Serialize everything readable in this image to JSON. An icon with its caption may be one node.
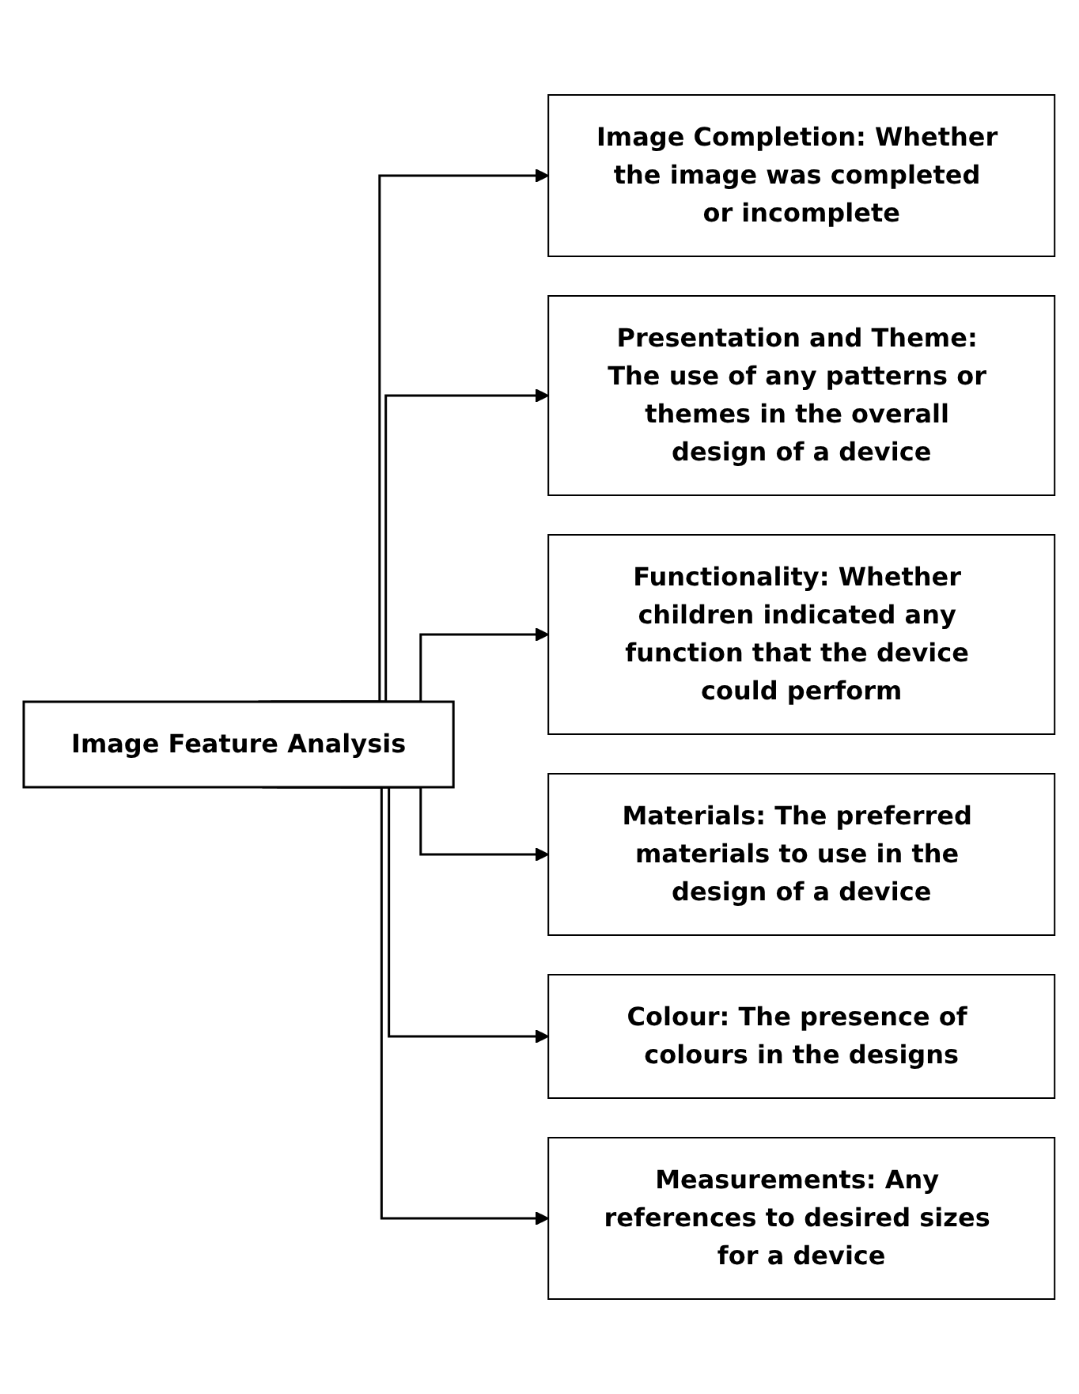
{
  "diagram": {
    "nodes": [
      {
        "text": [
          "Image Feature Analysis"
        ]
      },
      {
        "text": [
          "**Image Completion**: Whether the image was completed or incomplete"
        ]
      },
      {
        "text": [
          "**Presentation and Theme**: The use of any patterns or themes in the overall design of a device"
        ]
      },
      {
        "text": [
          "**Functionality**: Whether children indicated any function that the device could perform"
        ]
      },
      {
        "text": [
          "**Materials**: The preferred materials to use in the design of a device"
        ]
      },
      {
        "text": [
          "**Colour**: The presence of colours in the designs"
        ]
      },
      {
        "text": [
          "**Measurements**: Any references to desired sizes for a device"
        ]
      }
    ],
    "edges": [
      {
        "from": 0,
        "to": 1,
        "arrow": "to"
      },
      {
        "from": 0,
        "to": 2,
        "arrow": "to"
      },
      {
        "from": 0,
        "to": 3,
        "arrow": "to"
      },
      {
        "from": 0,
        "to": 4,
        "arrow": "to"
      },
      {
        "from": 0,
        "to": 5,
        "arrow": "to"
      },
      {
        "from": 0,
        "to": 6,
        "arrow": "to"
      }
    ]
  }
}
